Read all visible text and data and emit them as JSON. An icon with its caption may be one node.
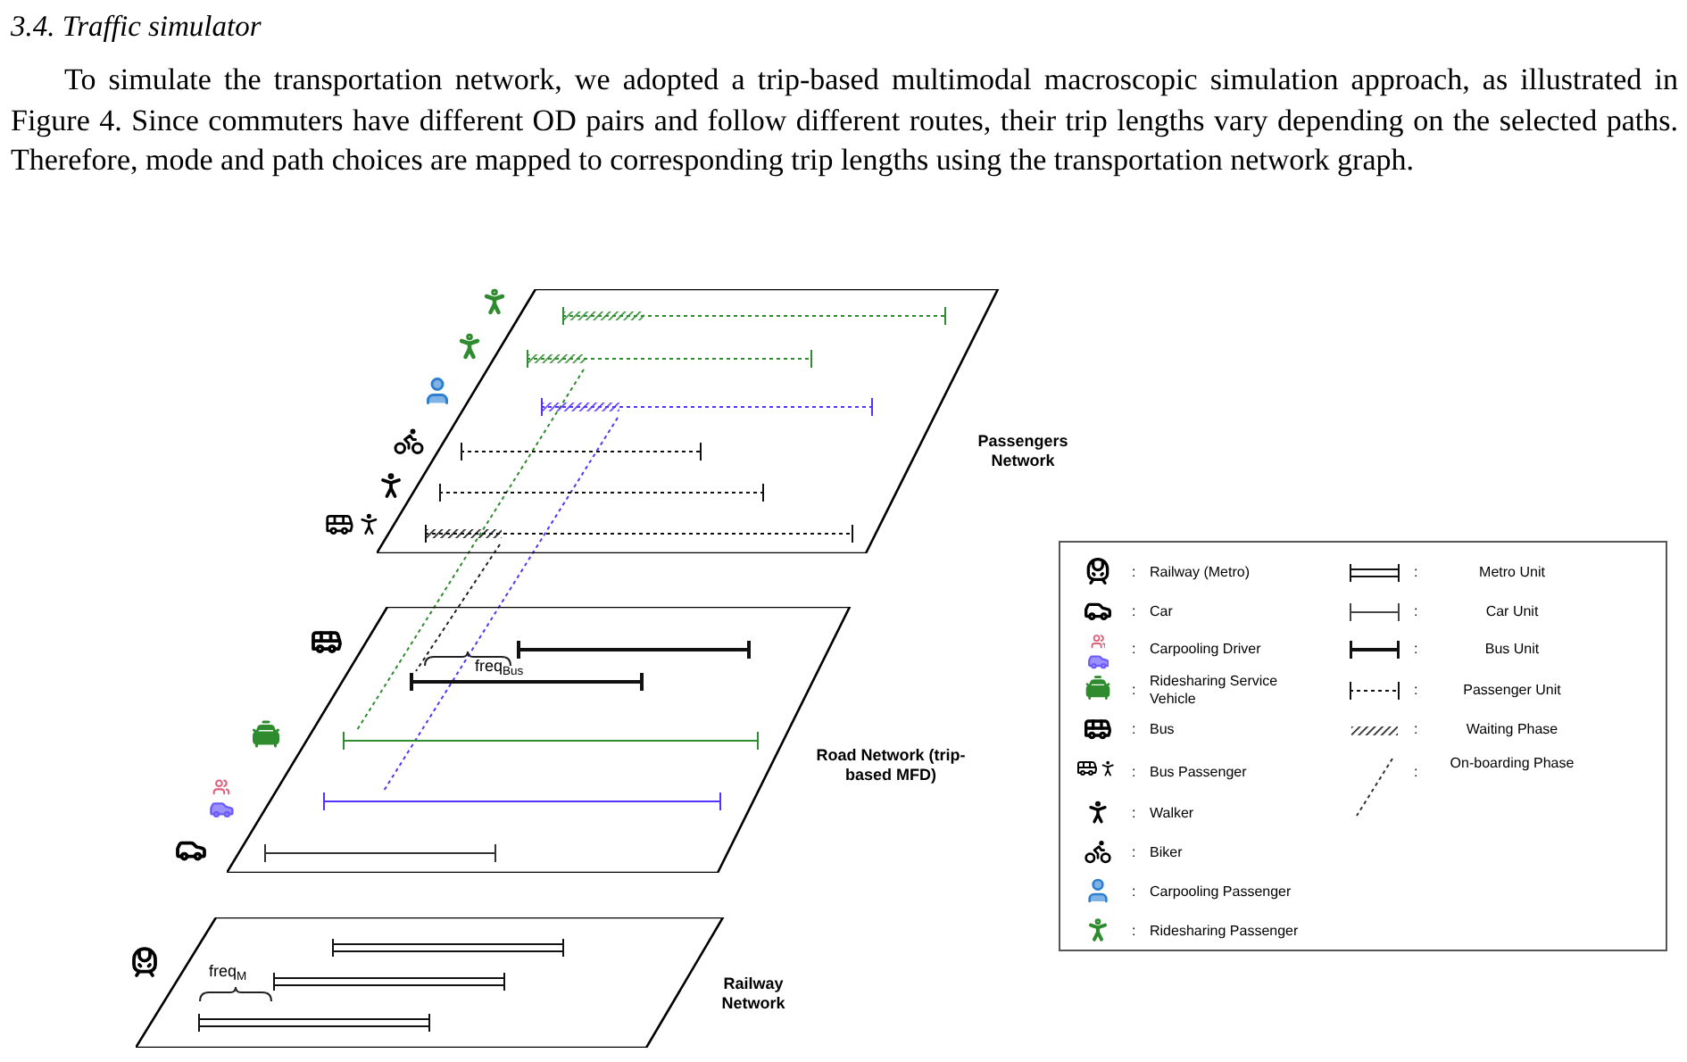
{
  "diagram": {
    "title": "3.4. Traffic simulator",
    "nodes": [
      {
        "text": [
          "Passengers Network"
        ]
      },
      {
        "text": [],
        "shape": "bar",
        "in": 0
      },
      {
        "text": [],
        "shape": "bar",
        "in": 0
      },
      {
        "text": [],
        "shape": "bar",
        "in": 0
      },
      {
        "text": [],
        "shape": "bar",
        "in": 0
      },
      {
        "text": [],
        "shape": "bar",
        "in": 0
      },
      {
        "text": [],
        "shape": "bar",
        "in": 0
      },
      {
        "text": [
          "Road Network (trip-based MFD)"
        ]
      },
      {
        "text": [],
        "shape": "bar",
        "in": 7
      },
      {
        "text": [],
        "shape": "bar",
        "in": 7
      },
      {
        "text": [],
        "shape": "bar",
        "in": 7
      },
      {
        "text": [],
        "shape": "bar",
        "in": 7
      },
      {
        "text": [],
        "shape": "bar",
        "in": 7
      },
      {
        "text": [
          "Railway Network"
        ]
      },
      {
        "text": [],
        "shape": "bar",
        "in": 13
      },
      {
        "text": [],
        "shape": "bar",
        "in": 13
      },
      {
        "text": [],
        "shape": "bar",
        "in": 13
      }
    ],
    "edges": [
      {
        "from": 2,
        "to": 10,
        "arrow": "none",
        "style": "dashed",
        "color": "#2e8b2e"
      },
      {
        "from": 3,
        "to": 11,
        "arrow": "none",
        "style": "dashed",
        "color": "#5533ff"
      },
      {
        "from": 6,
        "to": 9,
        "arrow": "none",
        "style": "dashed",
        "color": "#222222"
      }
    ],
    "labels": [
      "To simulate the transportation network, we adopted a trip-based multimodal macroscopic simulation approach, as illustrated in Figure 4. Since commuters have different OD pairs and follow different routes, their trip lengths vary depending on the selected paths. Therefore, mode and path choices are mapped to corresponding trip lengths using the transportation network graph.",
      "freq$_{Bus}$",
      "freq$_{M}$",
      ":",
      ":",
      ":",
      ":",
      ":",
      ":",
      ":",
      ":",
      ":",
      ":",
      ":",
      ":",
      ":",
      ":",
      ":",
      ":"
    ],
    "legend": [
      {
        "text": "Railway (Metro)"
      },
      {
        "text": "Car"
      },
      {
        "text": "Carpooling Driver"
      },
      {
        "text": "Ridesharing Service Vehicle"
      },
      {
        "text": "Bus"
      },
      {
        "text": "Bus Passenger"
      },
      {
        "text": "Walker"
      },
      {
        "text": "Biker"
      },
      {
        "text": "Carpooling Passenger"
      },
      {
        "text": "Ridesharing Passenger"
      },
      {
        "text": "Metro Unit"
      },
      {
        "text": "Car Unit"
      },
      {
        "text": "Bus Unit"
      },
      {
        "text": "Passenger Unit"
      },
      {
        "text": "Waiting Phase"
      },
      {
        "text": "On-boarding Phase"
      }
    ]
  }
}
